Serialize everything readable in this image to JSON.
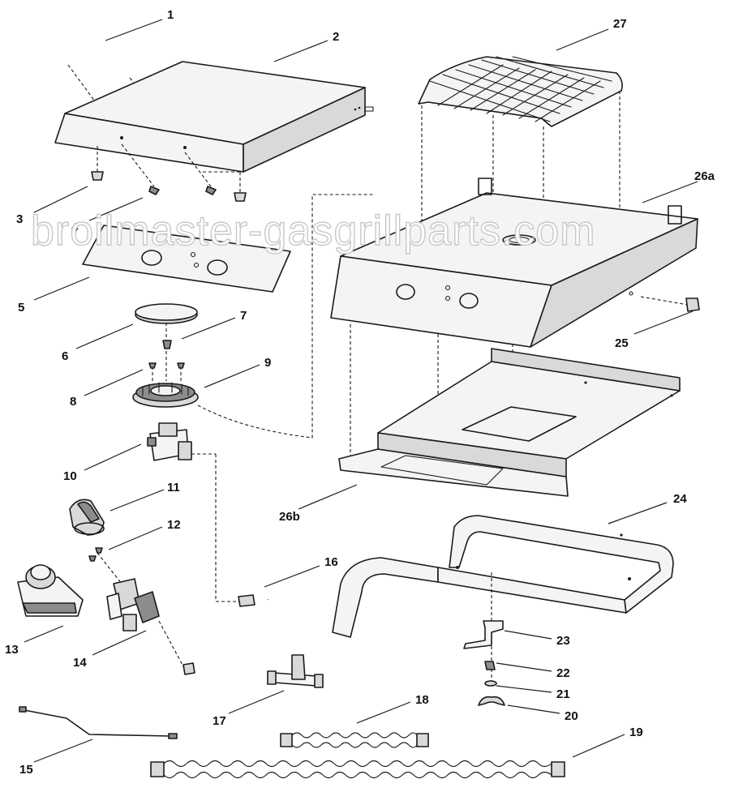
{
  "watermark": "broilmaster-gasgrillparts.com",
  "callouts": [
    {
      "id": "1",
      "label": "1"
    },
    {
      "id": "2",
      "label": "2"
    },
    {
      "id": "3",
      "label": "3"
    },
    {
      "id": "4",
      "label": "4"
    },
    {
      "id": "5",
      "label": "5"
    },
    {
      "id": "6",
      "label": "6"
    },
    {
      "id": "7",
      "label": "7"
    },
    {
      "id": "8",
      "label": "8"
    },
    {
      "id": "9",
      "label": "9"
    },
    {
      "id": "10",
      "label": "10"
    },
    {
      "id": "11",
      "label": "11"
    },
    {
      "id": "12",
      "label": "12"
    },
    {
      "id": "13",
      "label": "13"
    },
    {
      "id": "14",
      "label": "14"
    },
    {
      "id": "15",
      "label": "15"
    },
    {
      "id": "16",
      "label": "16"
    },
    {
      "id": "17",
      "label": "17"
    },
    {
      "id": "18",
      "label": "18"
    },
    {
      "id": "19",
      "label": "19"
    },
    {
      "id": "20",
      "label": "20"
    },
    {
      "id": "21",
      "label": "21"
    },
    {
      "id": "22",
      "label": "22"
    },
    {
      "id": "23",
      "label": "23"
    },
    {
      "id": "24",
      "label": "24"
    },
    {
      "id": "25",
      "label": "25"
    },
    {
      "id": "26a",
      "label": "26a"
    },
    {
      "id": "26b",
      "label": "26b"
    },
    {
      "id": "27",
      "label": "27"
    }
  ]
}
